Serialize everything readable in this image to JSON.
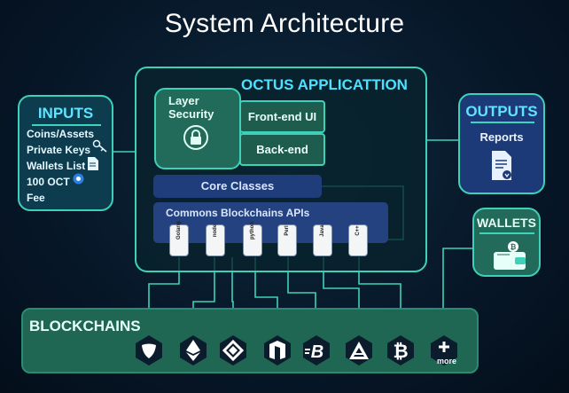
{
  "title": "System Architecture",
  "inputs": {
    "heading": "INPUTS",
    "items": [
      "Coins/Assets",
      "Private Keys",
      "Wallets List",
      "100 OCT",
      "Fee"
    ]
  },
  "app": {
    "title": "OCTUS APPLICATTION",
    "security": "Layer\nSecurity",
    "security_line1": "Layer",
    "security_line2": "Security",
    "frontend": "Front-end UI",
    "backend": "Back-end",
    "core": "Core Classes",
    "apis": "Commons Blockchains APIs",
    "languages": [
      "Golang",
      "node",
      "python",
      "Perl",
      "Java",
      "C++"
    ]
  },
  "outputs": {
    "heading": "OUTPUTS",
    "sub": "Reports"
  },
  "wallets": {
    "heading": "WALLETS"
  },
  "blockchains": {
    "heading": "BLOCKCHAINS",
    "coins": [
      "nem-icon",
      "ethereum-icon",
      "waves-icon",
      "neo-icon",
      "bytecoin-icon",
      "ark-icon",
      "bitcoin-icon",
      "more-icon"
    ],
    "more_label": "more"
  },
  "colors": {
    "accent": "#3fd1b7",
    "heading": "#5fe4ff",
    "panel_blue": "#23427f",
    "panel_green": "#226a59"
  }
}
